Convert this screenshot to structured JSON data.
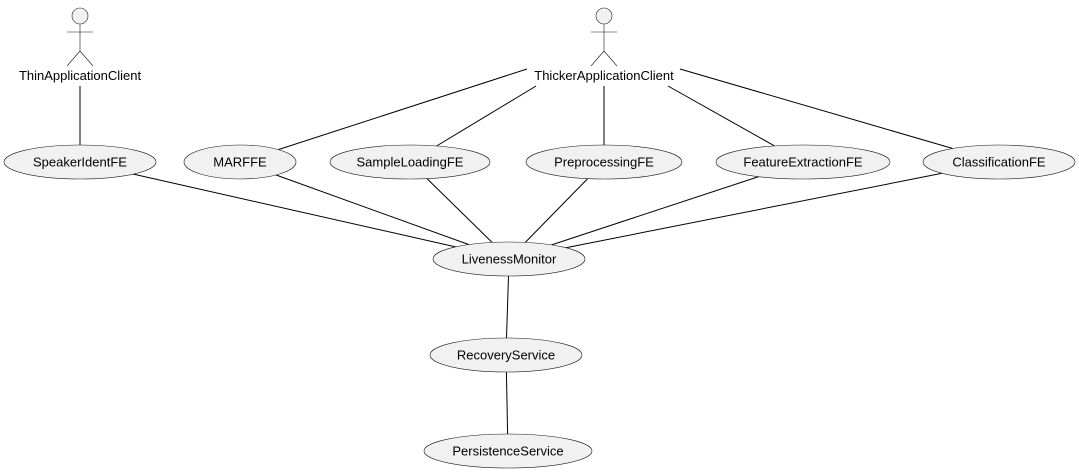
{
  "actors": [
    {
      "id": "thin",
      "name": "ThinApplicationClient",
      "icon": "stick-figure-actor-icon"
    },
    {
      "id": "thicker",
      "name": "ThickerApplicationClient",
      "icon": "stick-figure-actor-icon"
    }
  ],
  "usecases": [
    {
      "id": "speakerident",
      "label": "SpeakerIdentFE"
    },
    {
      "id": "marffe",
      "label": "MARFFE"
    },
    {
      "id": "sampleloading",
      "label": "SampleLoadingFE"
    },
    {
      "id": "preprocessing",
      "label": "PreprocessingFE"
    },
    {
      "id": "featureextraction",
      "label": "FeatureExtractionFE"
    },
    {
      "id": "classification",
      "label": "ClassificationFE"
    },
    {
      "id": "liveness",
      "label": "LivenessMonitor"
    },
    {
      "id": "recovery",
      "label": "RecoveryService"
    },
    {
      "id": "persistence",
      "label": "PersistenceService"
    }
  ],
  "connections": [
    {
      "from": "thin",
      "to": "speakerident"
    },
    {
      "from": "thicker",
      "to": "marffe"
    },
    {
      "from": "thicker",
      "to": "sampleloading"
    },
    {
      "from": "thicker",
      "to": "preprocessing"
    },
    {
      "from": "thicker",
      "to": "featureextraction"
    },
    {
      "from": "thicker",
      "to": "classification"
    },
    {
      "from": "speakerident",
      "to": "liveness"
    },
    {
      "from": "marffe",
      "to": "liveness"
    },
    {
      "from": "sampleloading",
      "to": "liveness"
    },
    {
      "from": "preprocessing",
      "to": "liveness"
    },
    {
      "from": "featureextraction",
      "to": "liveness"
    },
    {
      "from": "classification",
      "to": "liveness"
    },
    {
      "from": "liveness",
      "to": "recovery"
    },
    {
      "from": "recovery",
      "to": "persistence"
    }
  ],
  "colors": {
    "fill": "#f1f1f1",
    "stroke": "#181818",
    "line": "#000000",
    "background": "#ffffff"
  }
}
